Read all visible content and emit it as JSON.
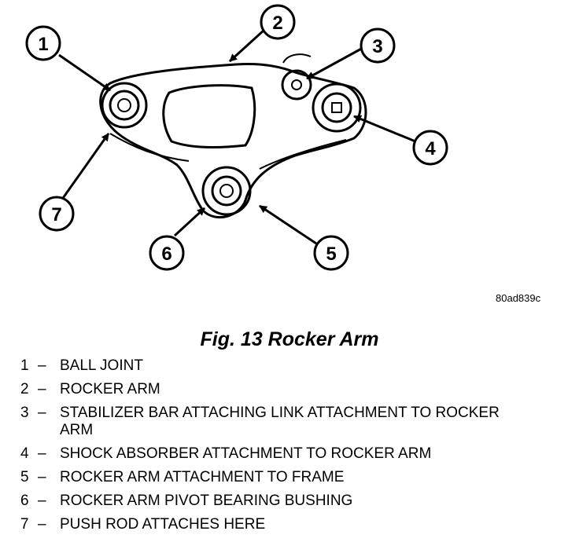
{
  "callouts": [
    "1",
    "2",
    "3",
    "4",
    "5",
    "6",
    "7"
  ],
  "figure_code": "80ad839c",
  "figure_title": "Fig. 13 Rocker Arm",
  "legend": [
    {
      "num": "1",
      "dash": "–",
      "text": "BALL JOINT"
    },
    {
      "num": "2",
      "dash": "–",
      "text": "ROCKER ARM"
    },
    {
      "num": "3",
      "dash": "–",
      "text": "STABILIZER BAR ATTACHING LINK ATTACHMENT TO ROCKER ARM"
    },
    {
      "num": "4",
      "dash": "–",
      "text": "SHOCK ABSORBER ATTACHMENT TO ROCKER ARM"
    },
    {
      "num": "5",
      "dash": "–",
      "text": "ROCKER ARM ATTACHMENT TO FRAME"
    },
    {
      "num": "6",
      "dash": "–",
      "text": "ROCKER ARM PIVOT BEARING BUSHING"
    },
    {
      "num": "7",
      "dash": "–",
      "text": "PUSH ROD ATTACHES HERE"
    }
  ]
}
